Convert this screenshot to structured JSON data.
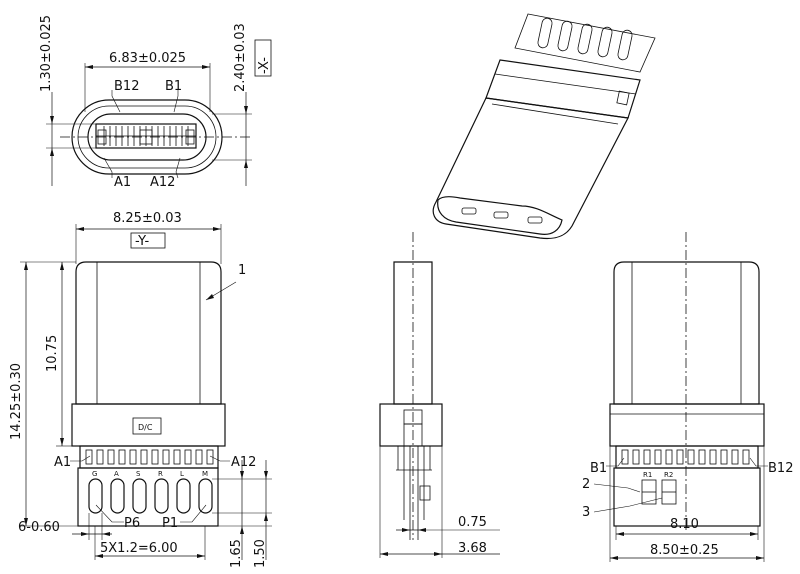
{
  "dimensions": {
    "height_1_30": "1.30±0.025",
    "width_6_83": "6.83±0.025",
    "height_2_40": "2.40±0.03",
    "datum_x": "-X-",
    "width_8_25": "8.25±0.03",
    "datum_y": "-Y-",
    "length_14_25": "14.25±0.30",
    "length_10_75": "10.75",
    "pitch_6_0_60": "6-0.60",
    "pitch_5x1_2": "5X1.2=6.00",
    "pad_1_65": "1.65",
    "pad_1_50": "1.50",
    "side_0_75": "0.75",
    "side_3_68": "3.68",
    "back_8_10": "8.10",
    "back_8_50": "8.50±0.25"
  },
  "labels": {
    "b12": "B12",
    "b1": "B1",
    "a1": "A1",
    "a12": "A12",
    "dc": "D/C",
    "p6": "P6",
    "p1": "P1",
    "r1": "R1",
    "r2": "R2",
    "callout_1": "1",
    "callout_2": "2",
    "callout_3": "3"
  },
  "pad_letters": [
    "G",
    "A",
    "S",
    "R",
    "L",
    "M"
  ]
}
